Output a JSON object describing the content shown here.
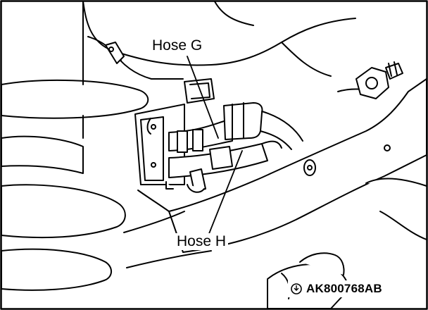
{
  "figure": {
    "labels": {
      "hose_g": "Hose G",
      "hose_h": "Hose H"
    },
    "figure_code": "AK800768AB",
    "code_icon": "circle-arrow-icon",
    "colors": {
      "line": "#000000",
      "background": "#ffffff"
    }
  }
}
